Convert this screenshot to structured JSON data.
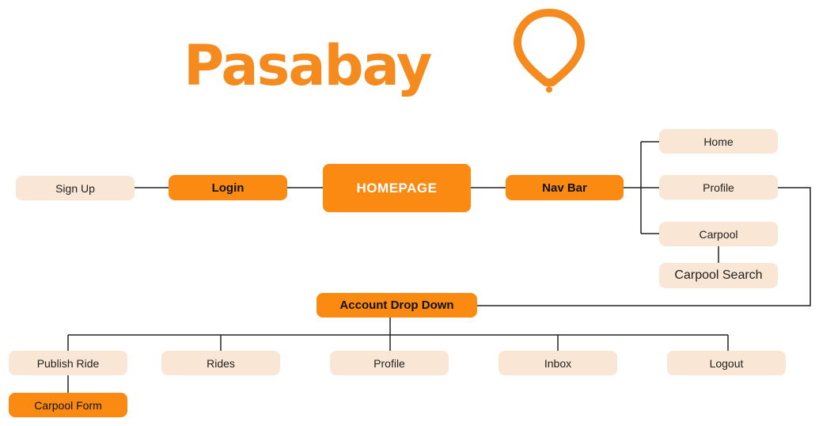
{
  "logo": {
    "text": "Pasabay",
    "icon": "location-pin-icon",
    "color": "#f58a1f"
  },
  "nodes": {
    "sign_up": "Sign Up",
    "login": "Login",
    "homepage": "HOMEPAGE",
    "nav_bar": "Nav Bar",
    "nav_home": "Home",
    "nav_profile": "Profile",
    "nav_carpool": "Carpool",
    "carpool_search": "Carpool Search",
    "account_drop_down": "Account Drop Down",
    "publish_ride": "Publish Ride",
    "rides": "Rides",
    "account_profile": "Profile",
    "inbox": "Inbox",
    "logout": "Logout",
    "carpool_form": "Carpool Form"
  },
  "colors": {
    "accent": "#fb8a13",
    "light": "#f9e6d4",
    "line": "#222222"
  }
}
